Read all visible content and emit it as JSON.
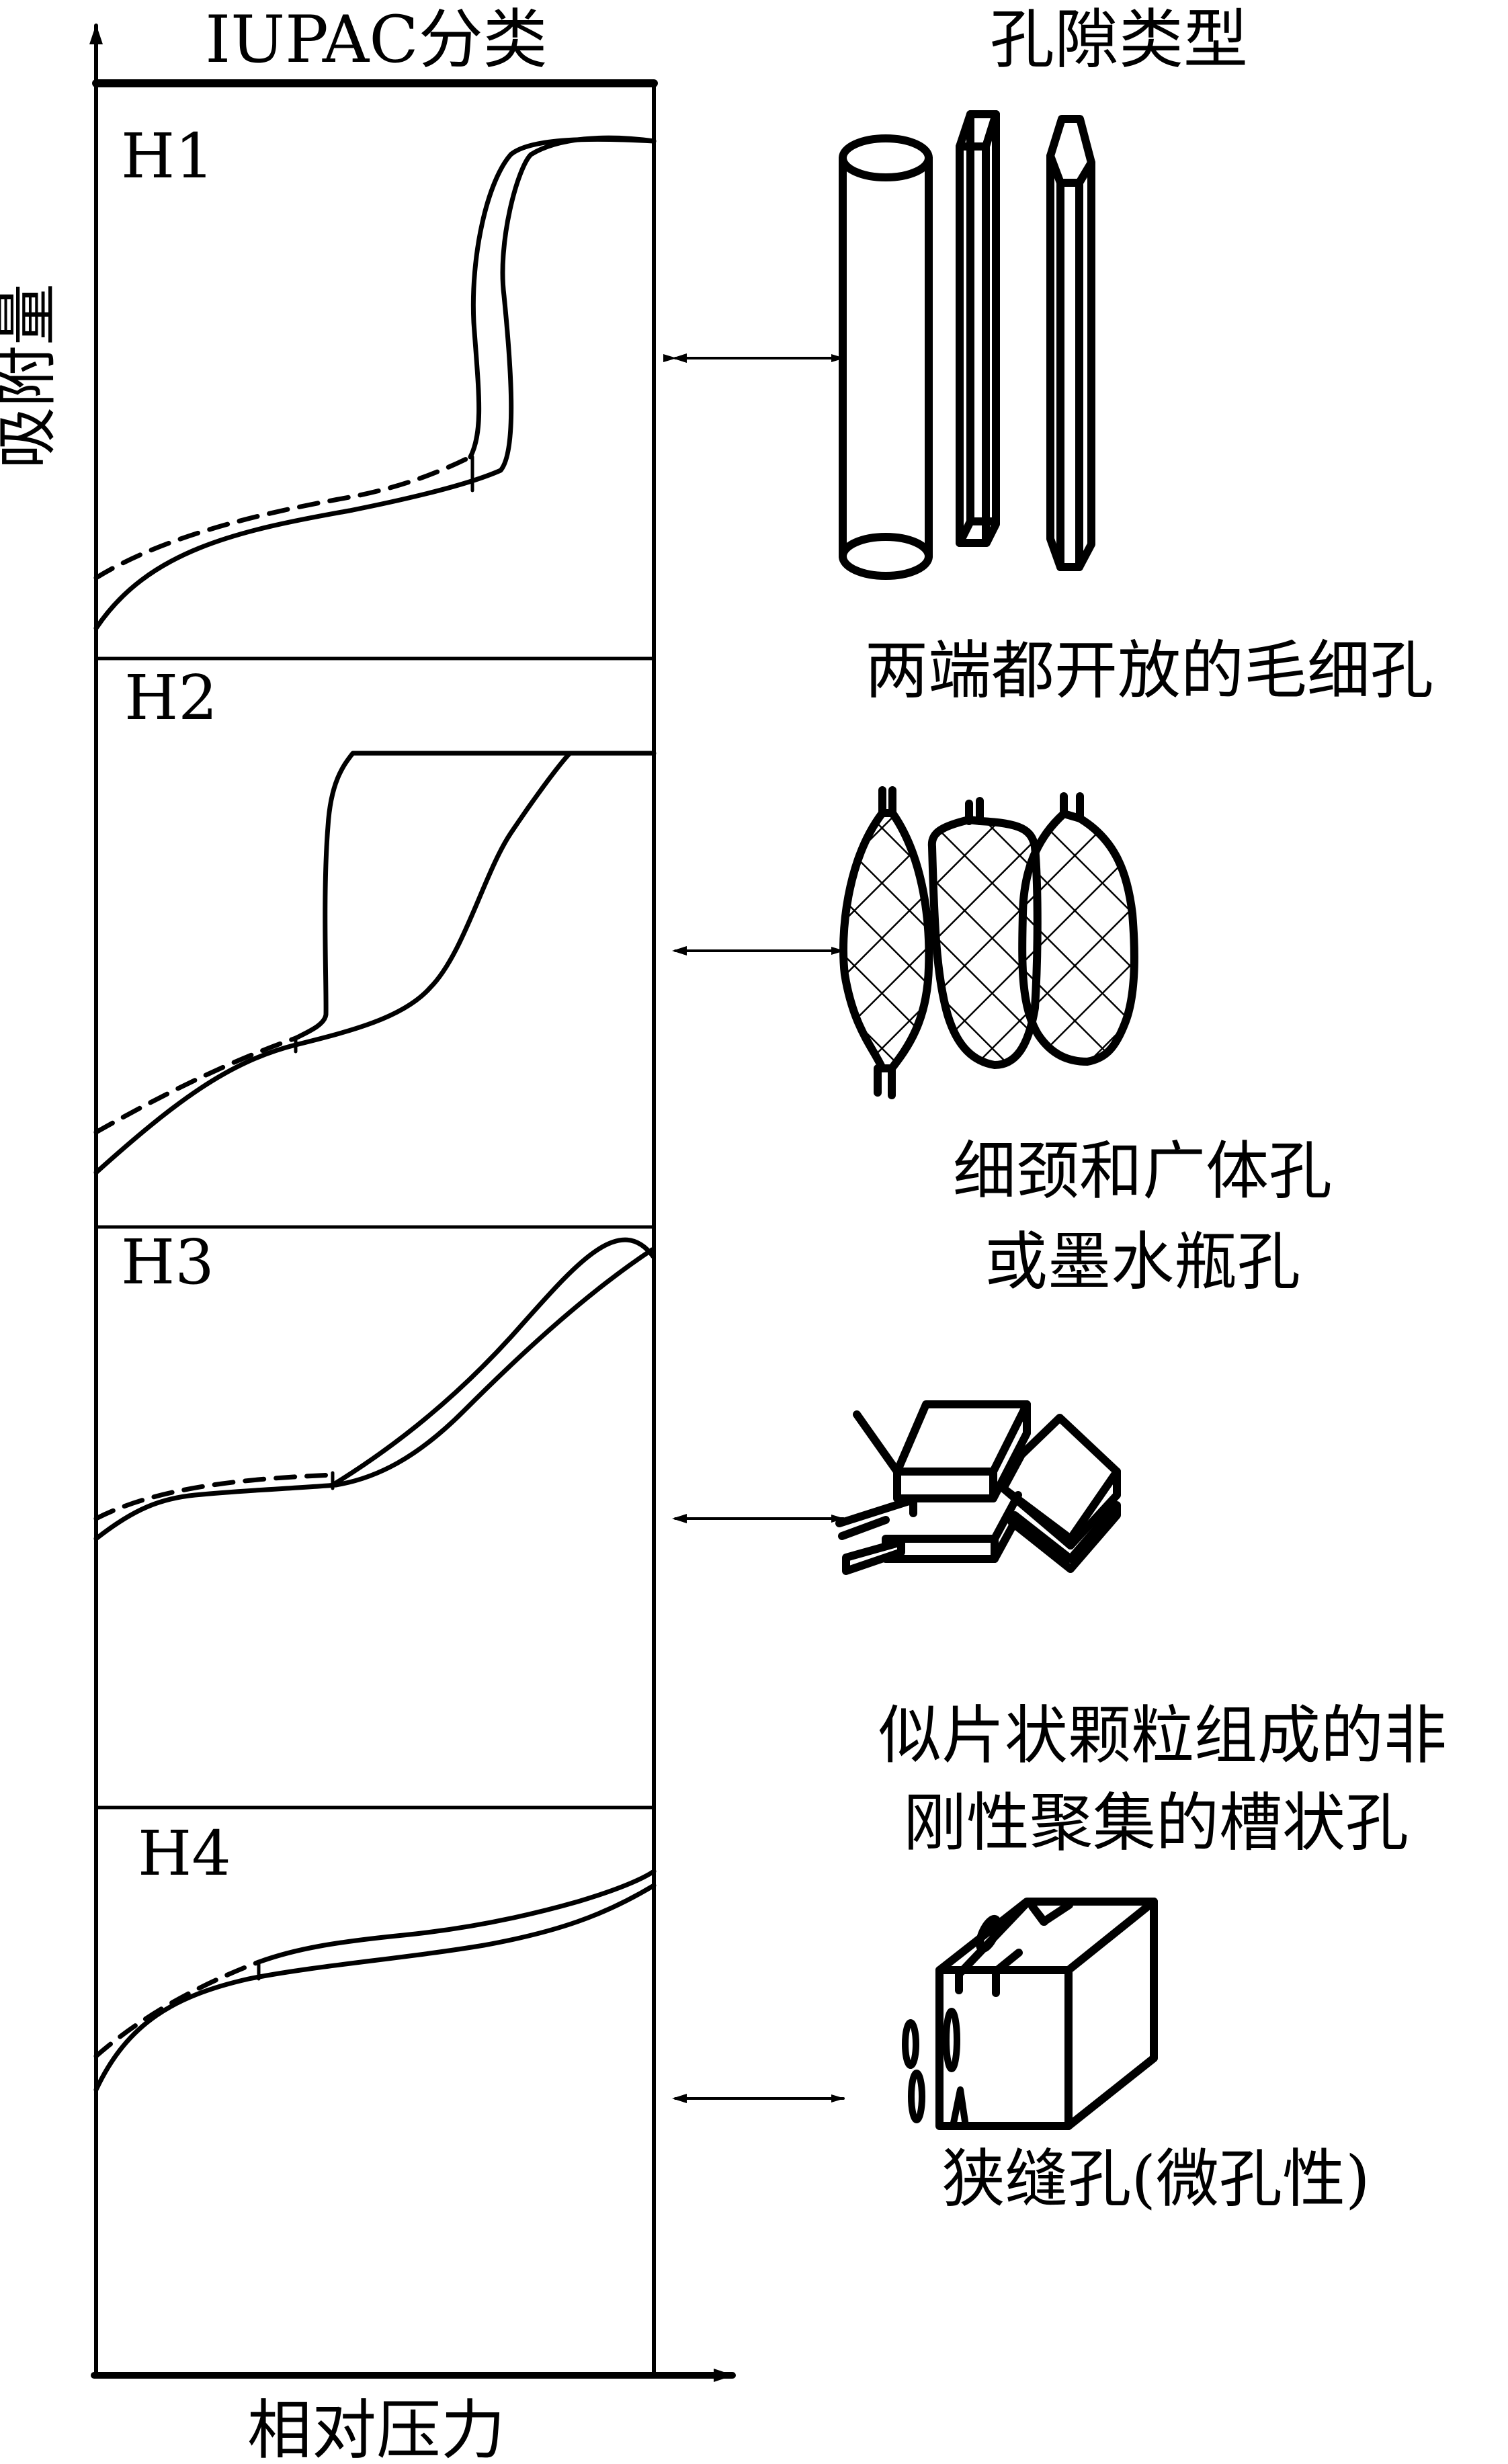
{
  "left_panel": {
    "title": "IUPAC分类",
    "y_axis_label": "吸附量",
    "x_axis_label": "相对压力",
    "panels": [
      {
        "id": "H1",
        "label": "H1"
      },
      {
        "id": "H2",
        "label": "H2"
      },
      {
        "id": "H3",
        "label": "H3"
      },
      {
        "id": "H4",
        "label": "H4"
      }
    ]
  },
  "right_panel": {
    "title": "孔隙类型",
    "pore_types": [
      {
        "id": "H1",
        "caption_lines": [
          "两端都开放的毛细孔"
        ],
        "shapes": [
          "cylinder",
          "square-prism",
          "hexagonal-prism"
        ]
      },
      {
        "id": "H2",
        "caption_lines": [
          "细颈和广体孔",
          "或墨水瓶孔"
        ],
        "shapes": [
          "ink-bottle-lens",
          "ink-bottle-rounded",
          "ink-bottle-oval"
        ]
      },
      {
        "id": "H3",
        "caption_lines": [
          "似片状颗粒组成的非",
          "刚性聚集的槽状孔"
        ],
        "shapes": [
          "stacked-plates"
        ]
      },
      {
        "id": "H4",
        "caption_lines": [
          "狭缝孔(微孔性)"
        ],
        "shapes": [
          "slit-block"
        ]
      }
    ]
  },
  "colors": {
    "ink": "#000000",
    "background": "#ffffff"
  }
}
